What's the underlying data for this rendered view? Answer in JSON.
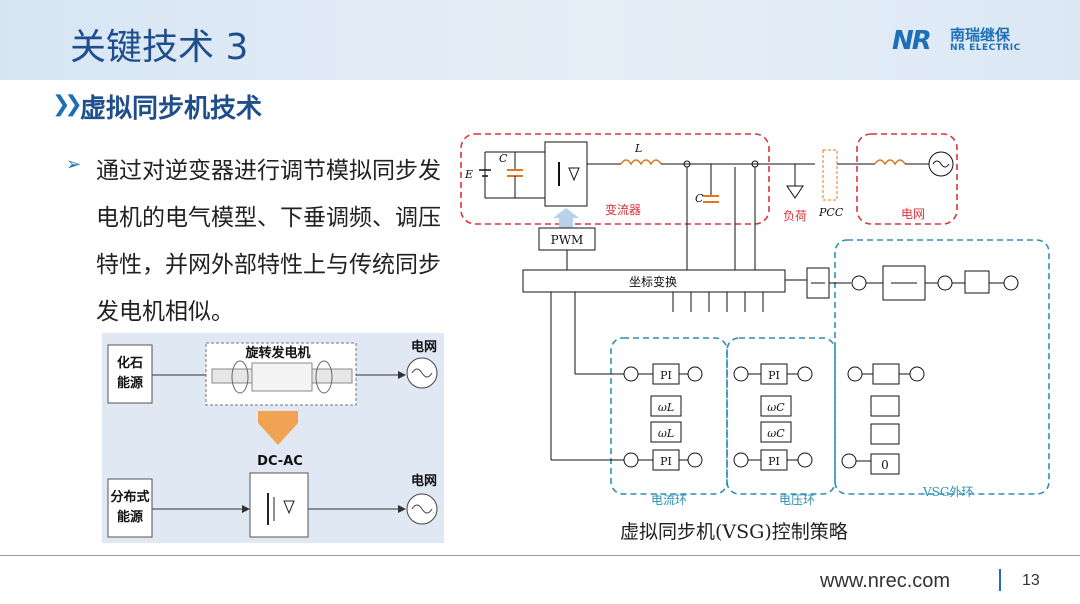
{
  "header": {
    "title": "关键技术 3"
  },
  "logo": {
    "mark": "NR",
    "cn": "南瑞继保",
    "en": "NR ELECTRIC"
  },
  "section": {
    "title": "虚拟同步机技术"
  },
  "bullet": {
    "text": "通过对逆变器进行调节模拟同步发电机的电气模型、下垂调频、调压特性，并网外部特性上与传统同步发电机相似。"
  },
  "left_diagram": {
    "fossil": [
      "化石",
      "能源"
    ],
    "generator": "旋转发电机",
    "grid_top": "电网",
    "dcac": "DC-AC",
    "distributed": [
      "分布式",
      "能源"
    ],
    "grid_bottom": "电网"
  },
  "right_diagram": {
    "inverter_label": "变流器",
    "load_label": "负荷",
    "grid_label": "电网",
    "pcc_label": "PCC",
    "pwm_label": "PWM",
    "coord_label": "坐标变换",
    "current_loop_label": "电流环",
    "voltage_loop_label": "电压环",
    "vsg_label": "VSG外环",
    "pi_label": "PI",
    "omega_l_label": "ωL",
    "omega_c_label": "ωC",
    "zero_label": "0",
    "caption": "虚拟同步机(VSG)控制策略"
  },
  "footer": {
    "url": "www.nrec.com",
    "page": "13"
  },
  "colors": {
    "brand_blue": "#1f6fb8",
    "title_blue": "#1f4e8c",
    "red_dash": "#d9343a",
    "teal_dash": "#2d8fb3",
    "orange": "#f0a352"
  }
}
